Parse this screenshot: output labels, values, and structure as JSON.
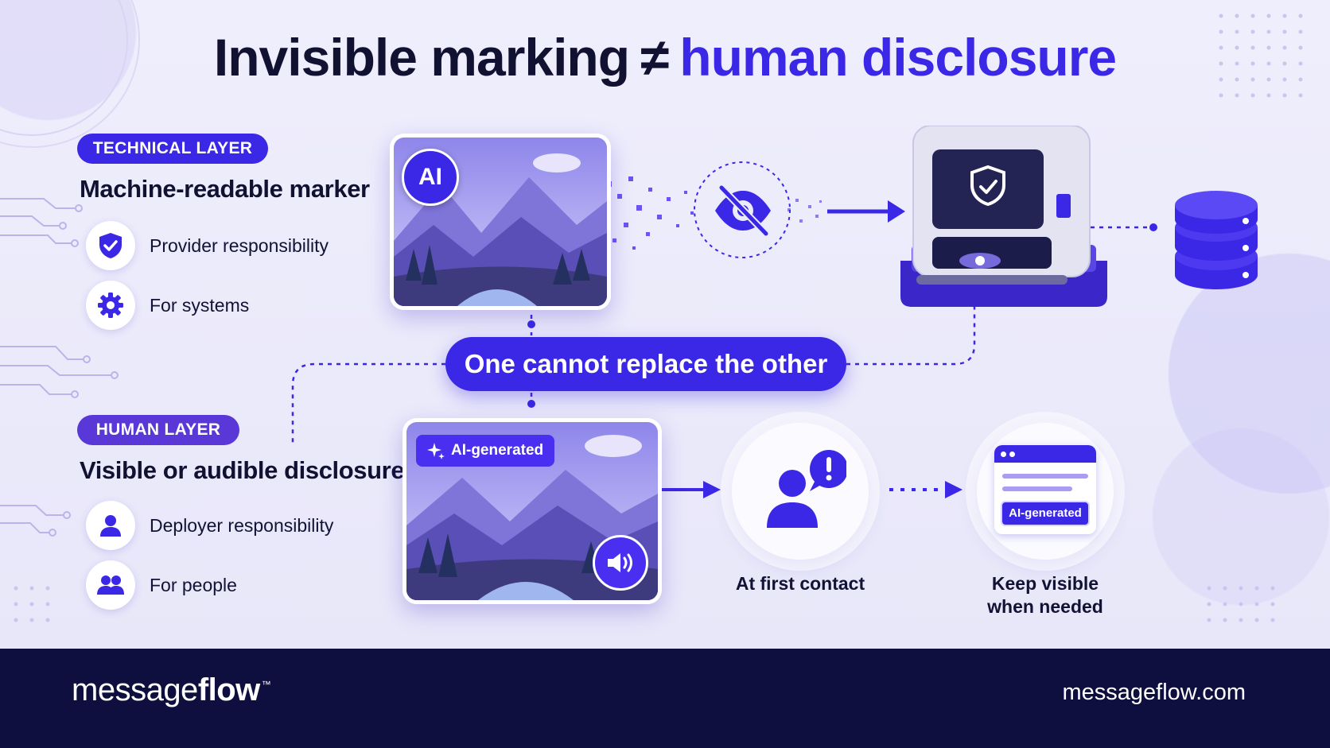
{
  "title": {
    "part1": "Invisible marking",
    "symbol": "≠",
    "part2": "human disclosure"
  },
  "technical_layer": {
    "tag": "TECHNICAL LAYER",
    "heading": "Machine-readable marker",
    "items": [
      {
        "label": "Provider responsibility",
        "icon": "shield-check-icon"
      },
      {
        "label": "For systems",
        "icon": "gear-icon"
      }
    ],
    "image_badge": "AI"
  },
  "human_layer": {
    "tag": "HUMAN LAYER",
    "heading": "Visible or audible disclosure",
    "items": [
      {
        "label": "Deployer responsibility",
        "icon": "user-icon"
      },
      {
        "label": "For people",
        "icon": "users-icon"
      }
    ],
    "image_tag": "AI-generated"
  },
  "center_message": "One cannot replace the other",
  "flow": {
    "first_contact": "At first contact",
    "keep_visible_line1": "Keep visible",
    "keep_visible_line2": "when needed",
    "window_tag": "AI-generated"
  },
  "footer": {
    "logo_light": "message",
    "logo_bold": "flow",
    "logo_tm": "™",
    "url": "messageflow.com"
  },
  "colors": {
    "accent": "#3b27e6",
    "dark": "#111132",
    "footer": "#0f0f3f",
    "background": "#ecebfa"
  }
}
